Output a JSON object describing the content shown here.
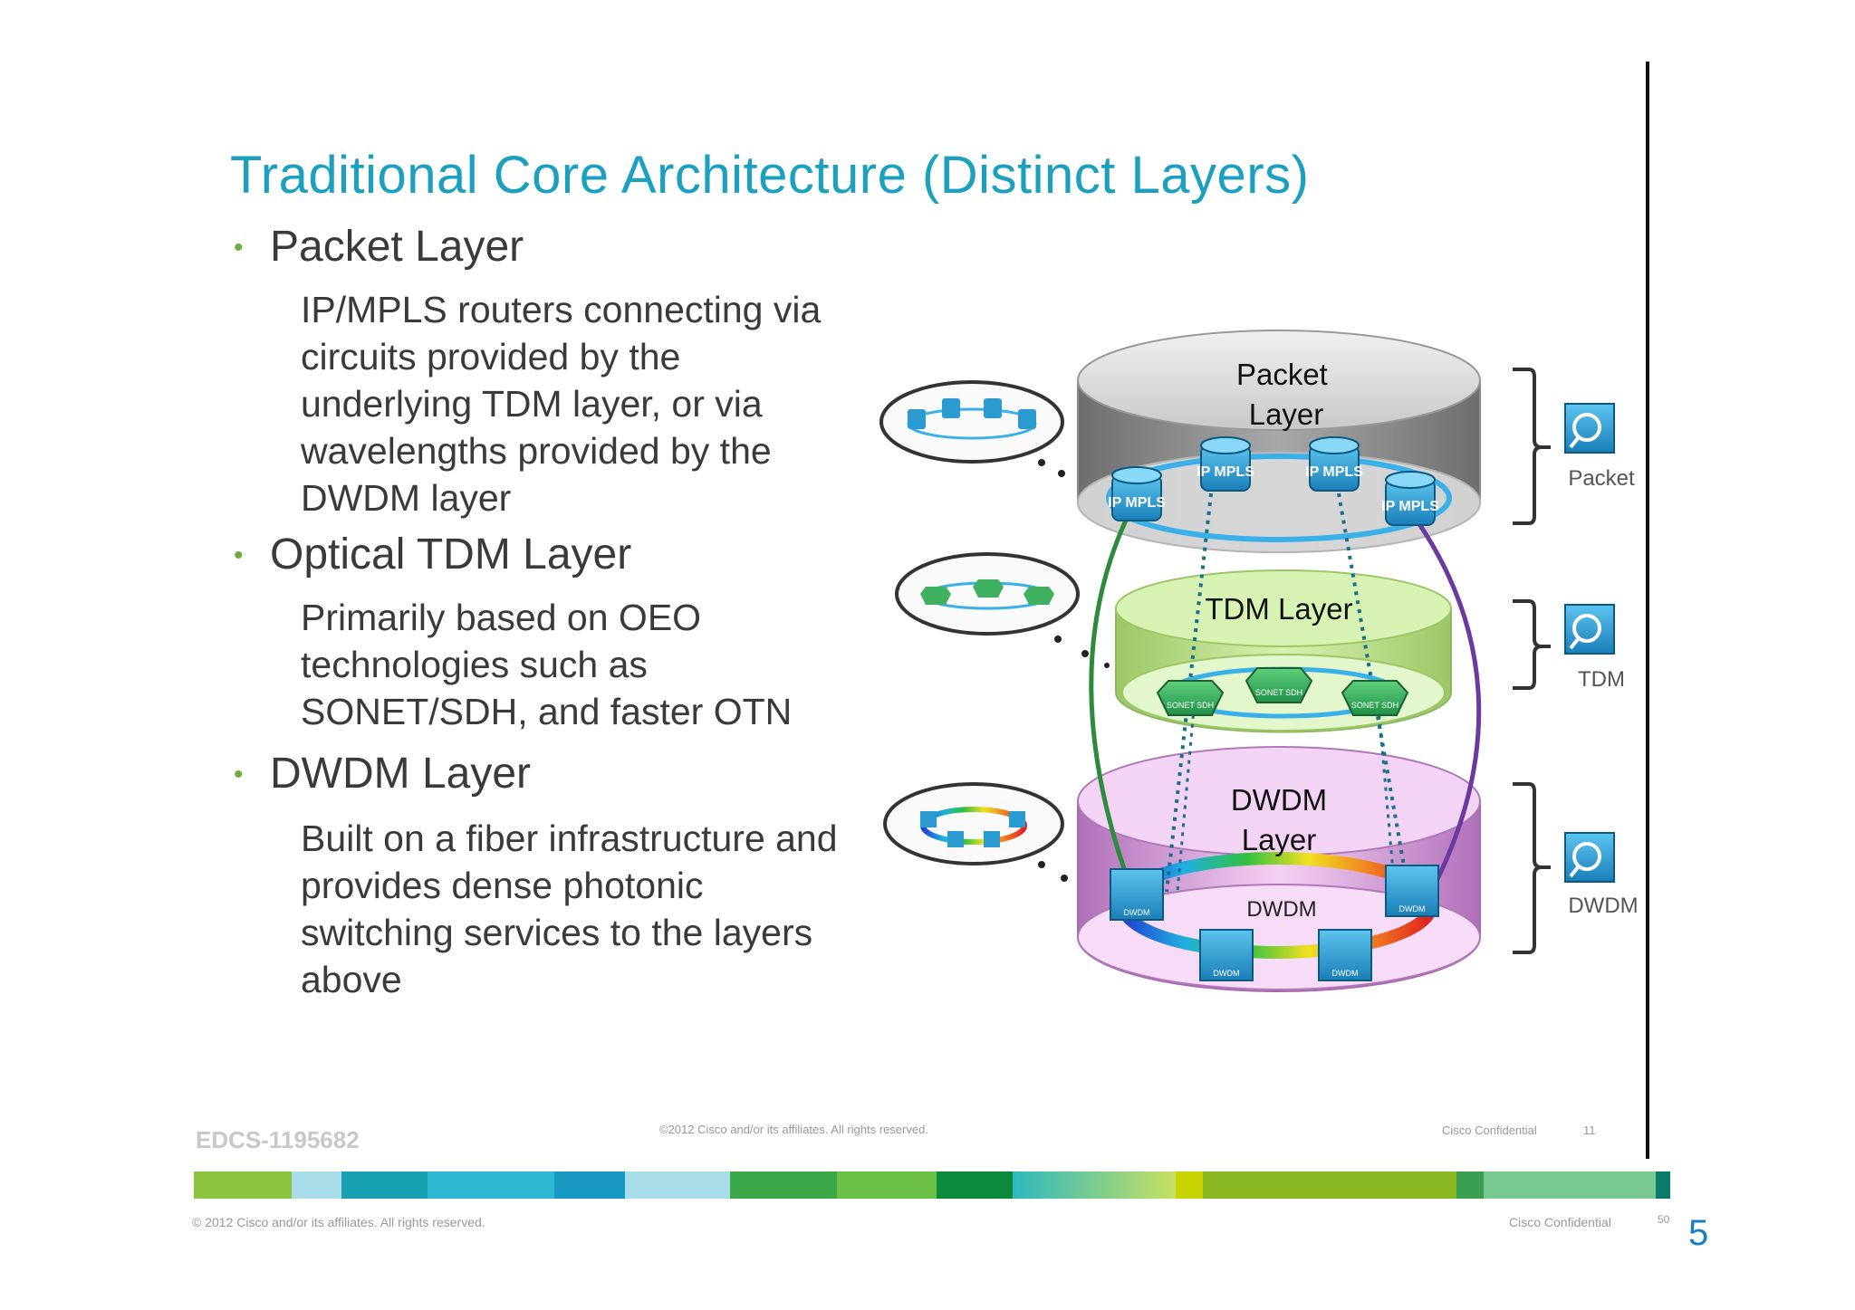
{
  "title": "Traditional Core Architecture (Distinct Layers)",
  "bullets": [
    {
      "heading": "Packet Layer",
      "lines": [
        "IP/MPLS routers connecting via",
        "circuits provided by the",
        "underlying TDM layer, or via",
        "wavelengths provided by the",
        "DWDM layer"
      ]
    },
    {
      "heading": "Optical TDM Layer",
      "lines": [
        "Primarily based on OEO",
        "technologies such as",
        "SONET/SDH, and faster OTN"
      ]
    },
    {
      "heading": "DWDM Layer",
      "lines": [
        "Built on a fiber infrastructure and",
        "provides dense photonic",
        "switching services to the layers",
        "above"
      ]
    }
  ],
  "diagram": {
    "packet_layer_label": "Packet Layer",
    "tdm_layer_label": "TDM Layer",
    "dwdm_layer_label": "DWDM Layer",
    "dwdm_ring_label": "DWDM",
    "router_label": "IP MPLS",
    "sonet_label": "SONET SDH",
    "dwdm_node_label": "DWDM",
    "bracket_labels": [
      "Packet",
      "TDM",
      "DWDM"
    ],
    "colors": {
      "packet_top": "#d8d8d8",
      "packet_side": "#8a8a8a",
      "tdm_fill": "#cdeaa0",
      "dwdm_fill": "#f2c8f2",
      "router": "#2a9ad0",
      "accent_green": "#2e8b3e",
      "accent_purple": "#6a3aa0"
    }
  },
  "footer": {
    "edcs": "EDCS-1195682",
    "inner_copyright": "©2012 Cisco and/or its affiliates. All rights reserved.",
    "inner_confidential": "Cisco Confidential",
    "inner_page": "11",
    "outer_copyright": "© 2012 Cisco and/or its affiliates. All rights reserved.",
    "outer_confidential": "Cisco Confidential",
    "outer_page": "50",
    "page_number": "5"
  }
}
